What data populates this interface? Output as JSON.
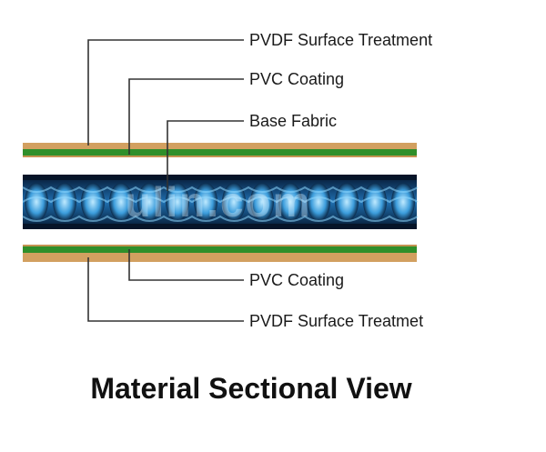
{
  "labels": {
    "top_outer": "PVDF Surface Treatment",
    "top_coating": "PVC Coating",
    "base": "Base Fabric",
    "bottom_coating": "PVC Coating",
    "bottom_outer": "PVDF Surface Treatmet"
  },
  "title": "Material Sectional View",
  "watermark": "ulin.com",
  "colors": {
    "pvdf": "#d2a060",
    "pvc": "#2f8f2a",
    "fabric_dark": "#061428",
    "fabric_mid": "#2a7fc2",
    "fabric_light": "#8fd8ff",
    "leader": "#333333",
    "text": "#1a1a1a"
  }
}
